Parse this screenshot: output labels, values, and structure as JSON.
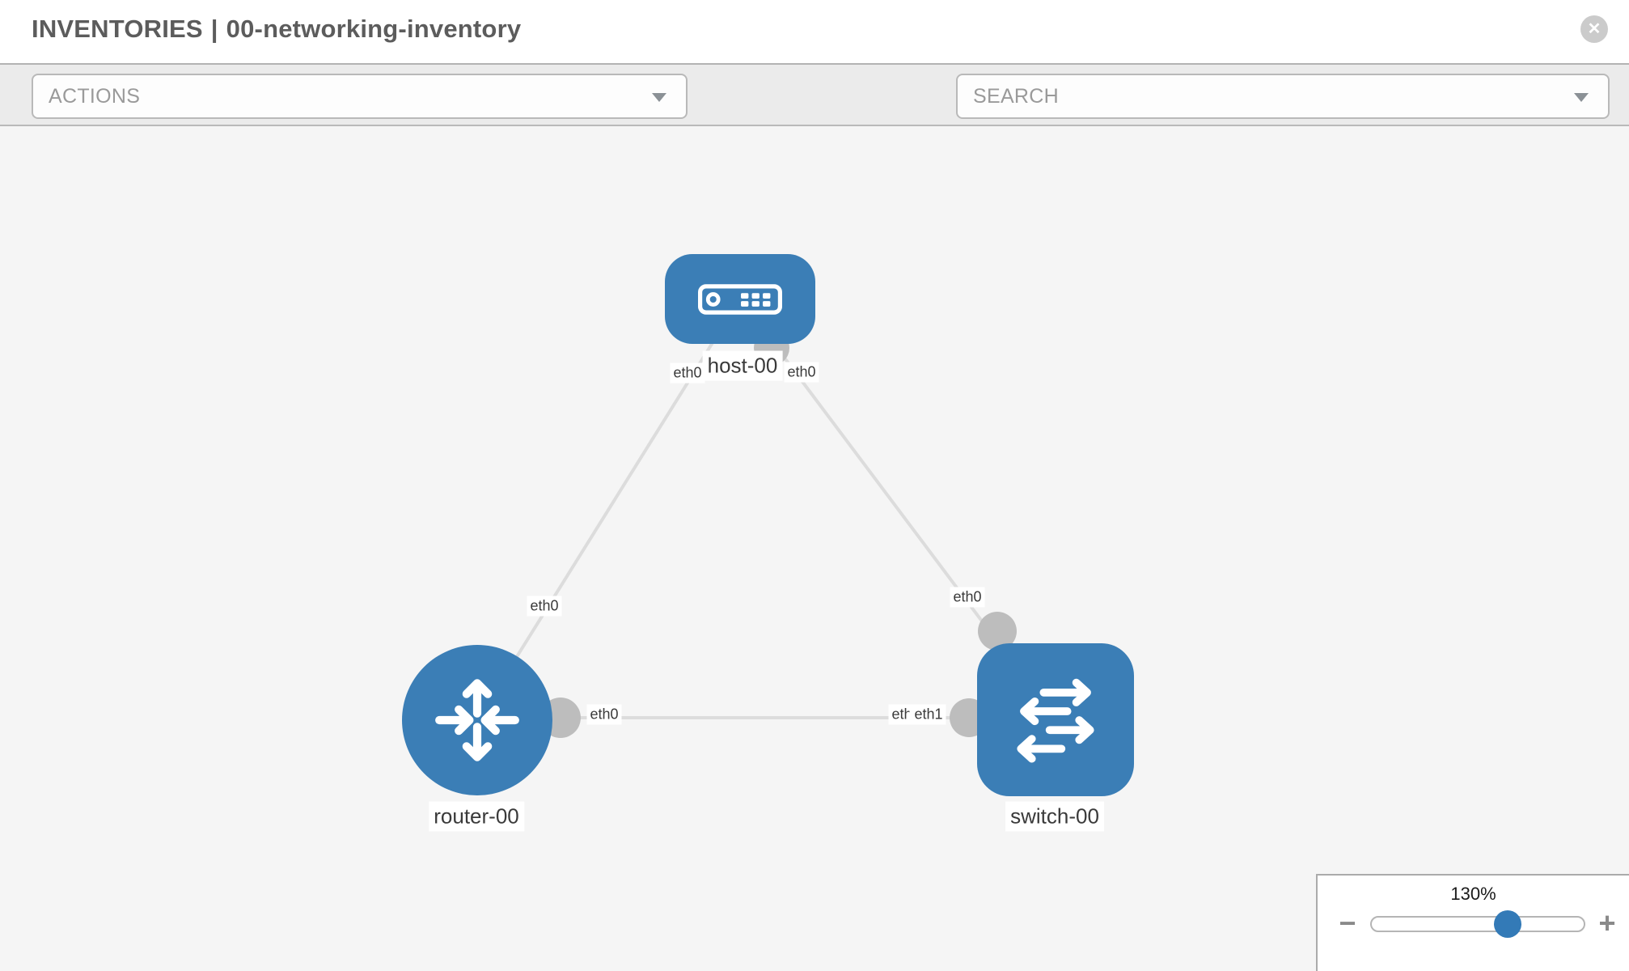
{
  "header": {
    "title": "INVENTORIES",
    "separator": "|",
    "inventory_name": "00-networking-inventory",
    "close_label": "✕"
  },
  "toolbar": {
    "actions_placeholder": "ACTIONS",
    "search_placeholder": "SEARCH",
    "icons": [
      "wrench-icon",
      "key-icon"
    ]
  },
  "topology": {
    "nodes": [
      {
        "label": "host-00",
        "type": "host"
      },
      {
        "label": "router-00",
        "type": "router"
      },
      {
        "label": "switch-00",
        "type": "switch"
      }
    ],
    "links": [
      {
        "from": "host-00",
        "from_iface": "eth0",
        "to": "router-00",
        "to_iface": "eth0"
      },
      {
        "from": "host-00",
        "from_iface": "eth0",
        "to": "switch-00",
        "to_iface": "eth0"
      },
      {
        "from": "router-00",
        "from_iface": "eth0",
        "to": "switch-00",
        "to_iface": "eth1",
        "overlapped_iface_label": "eth0"
      }
    ]
  },
  "zoom_control": {
    "value_label": "130%",
    "percent": 130,
    "minus_label": "−",
    "plus_label": "+"
  },
  "colors": {
    "node_blue": "#3b7eb6",
    "link_gray": "#dcdcdc",
    "connector_gray": "#bdbdbd",
    "canvas_bg": "#f5f5f5",
    "slider_knob_blue": "#337ab7"
  }
}
